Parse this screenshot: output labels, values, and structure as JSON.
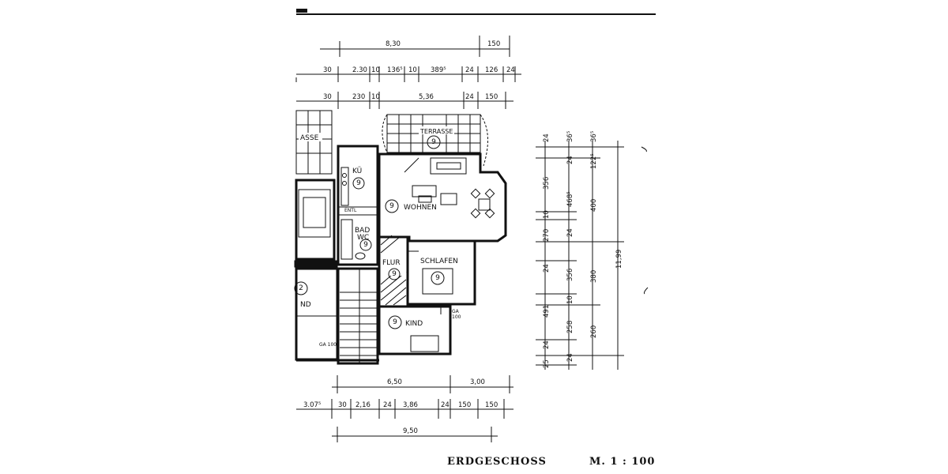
{
  "rooms": {
    "terrasse": "TERRASSE",
    "terrasse_left": "ASSE",
    "kueche": "KÜ",
    "wohnen": "WOHNEN",
    "bad": "BAD",
    "wc": "WC",
    "flur": "FLUR",
    "schlafen": "SCHLAFEN",
    "kind": "KIND",
    "left_room": "ND",
    "entl": "ENTL"
  },
  "room_numbers": {
    "terrasse": "9",
    "kueche": "9",
    "wohnen": "9",
    "bad": "9",
    "flur": "9",
    "schlafen": "9",
    "kind": "9",
    "left": "2"
  },
  "top_dims": {
    "row1": [
      "8,30",
      "150"
    ],
    "row2": [
      "30",
      "2.30",
      "10",
      "136⁵",
      "10",
      "389⁵",
      "24",
      "126",
      "24"
    ],
    "row3": [
      "30",
      "230",
      "10",
      "5,36",
      "24",
      "150"
    ]
  },
  "right_dims": {
    "col1": [
      "24",
      "356",
      "10",
      "270",
      "24",
      "491",
      "24",
      "25"
    ],
    "col2": [
      "36⁵",
      "24",
      "468⁵",
      "24",
      "356",
      "10",
      "258",
      "24"
    ],
    "col3": [
      "36⁵",
      "122⁵",
      "400",
      "380",
      "260"
    ],
    "col4": [
      "11,99"
    ]
  },
  "bottom_dims": {
    "row1": [
      "6,50",
      "3,00"
    ],
    "row2": [
      "3.07⁵",
      "30",
      "2,16",
      "24",
      "3,86",
      "24",
      "150",
      "150"
    ],
    "row3": [
      "9,50"
    ]
  },
  "small_labels": {
    "ga_left": "GA 100",
    "ga_right": "GA",
    "ga_right_2": "100"
  },
  "title": {
    "floor": "ERDGESCHOSS",
    "scale": "M. 1 : 100"
  }
}
